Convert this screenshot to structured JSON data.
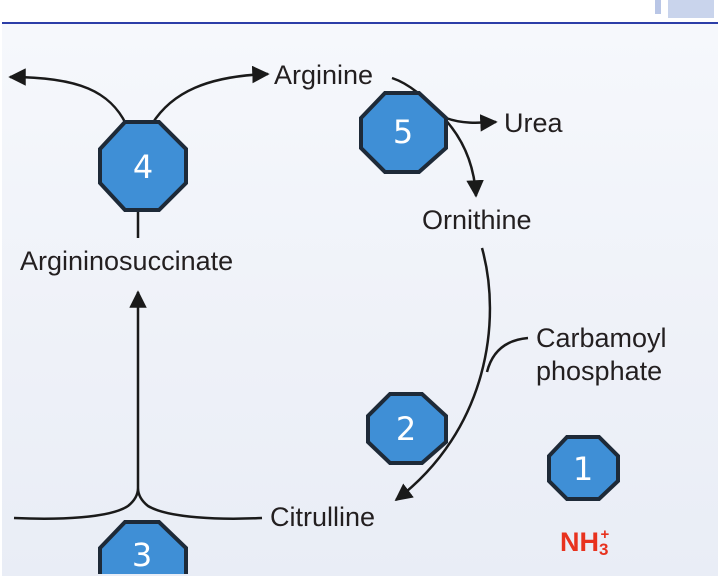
{
  "metabolites": {
    "arginine": "Arginine",
    "urea": "Urea",
    "ornithine": "Ornithine",
    "argininosuccinate": "Argininosuccinate",
    "carbamoyl_phosphate": [
      "Carbamoyl",
      "phosphate"
    ],
    "citrulline": "Citrulline"
  },
  "ammonium": {
    "base": "NH",
    "subscript": "3",
    "superscript": "+"
  },
  "steps": [
    "1",
    "2",
    "3",
    "4",
    "5"
  ],
  "colors": {
    "step_fill": "#3f8fd6",
    "step_stroke": "#1e2a38",
    "arrow": "#1a1a1a",
    "ammonium": "#e8321e",
    "border": "#2c3ea8"
  }
}
